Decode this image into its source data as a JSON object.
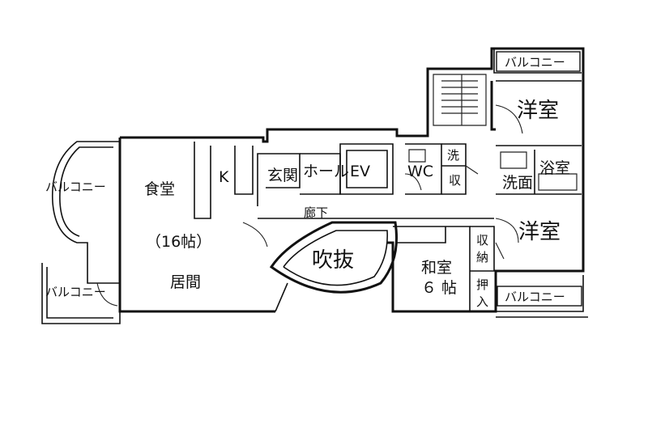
{
  "labels": {
    "balcony_top_right": "バルコニー",
    "western_room_upper": "洋室",
    "western_room_lower": "洋室",
    "wash_upper": "洗",
    "storage_small": "収",
    "wc": "WC",
    "washroom": "洗面",
    "bathroom": "浴室",
    "dining": "食堂",
    "kitchen": "K",
    "entrance": "玄関",
    "hall": "ホール",
    "elevator": "EV",
    "balcony_left": "バルコニー",
    "corridor": "廊下",
    "ldk_size": "（16帖）",
    "living": "居間",
    "atrium": "吹抜",
    "japanese_room": "和室",
    "japanese_room_size": "６ 帖",
    "storage_closet_1": "収",
    "storage_closet_2": "納",
    "oshiire_1": "押",
    "oshiire_2": "入",
    "balcony_bottom_left": "バルコニー",
    "balcony_bottom_right": "バルコニー"
  }
}
